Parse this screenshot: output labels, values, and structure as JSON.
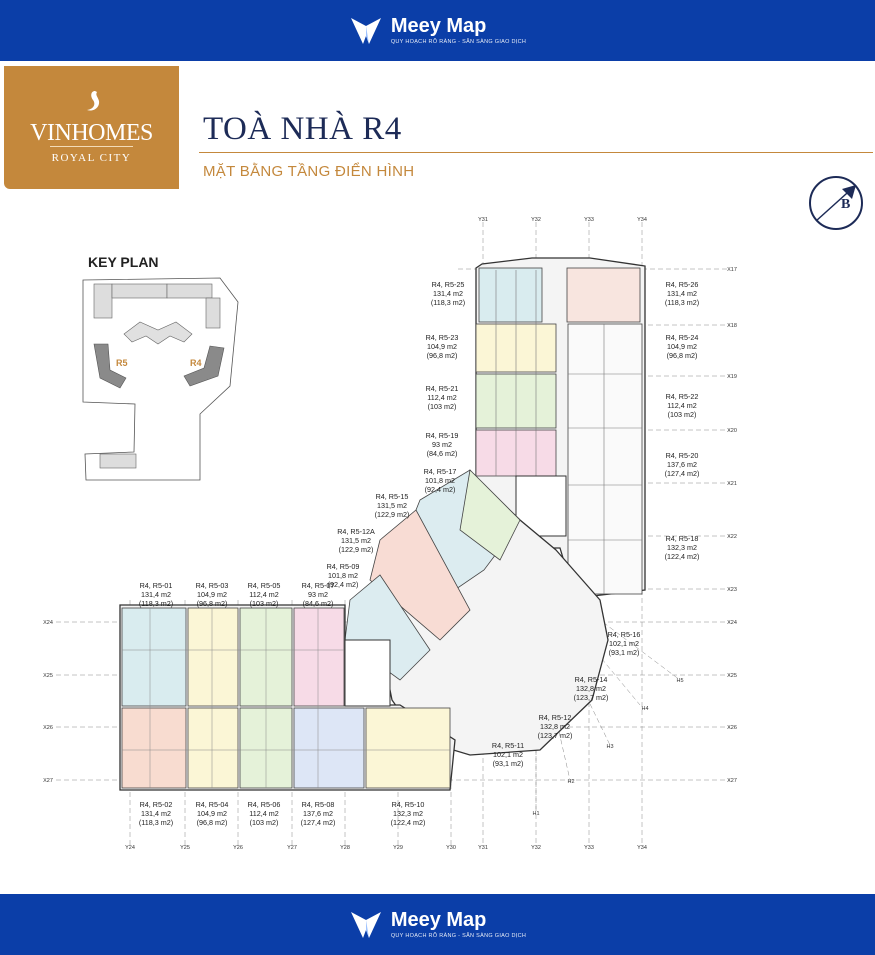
{
  "header": {
    "brand": "Meey Map",
    "tagline": "QUY HOẠCH RÕ RÀNG - SẴN SÀNG GIAO DỊCH"
  },
  "footer": {
    "brand": "Meey Map",
    "tagline": "QUY HOẠCH RÕ RÀNG - SẴN SÀNG GIAO DỊCH"
  },
  "project": {
    "name": "VINHOMES",
    "subname": "ROYAL CITY"
  },
  "title": "TOÀ NHÀ R4",
  "subtitle": "MẶT BẰNG TẦNG ĐIỂN HÌNH",
  "key_plan": {
    "title": "KEY PLAN",
    "label_r5": "R5",
    "label_r4": "R4"
  },
  "compass": {
    "letter": "B"
  },
  "colors": {
    "brand_blue": "#0b3ea8",
    "gold": "#c4883c",
    "navy": "#1d2b57"
  },
  "axis_labels": {
    "top": [
      "Y31",
      "Y32",
      "Y33",
      "Y34"
    ],
    "bottom": [
      "Y24",
      "Y25",
      "Y26",
      "Y27",
      "Y28",
      "Y29",
      "Y30",
      "Y31",
      "Y32",
      "Y33",
      "Y34"
    ],
    "right": [
      "X17",
      "X18",
      "X19",
      "X20",
      "X21",
      "X22",
      "X23",
      "X24",
      "X25",
      "X26",
      "X27"
    ],
    "left": [
      "X24",
      "X25",
      "X26",
      "X27"
    ],
    "diag": [
      "H1",
      "H2",
      "H3",
      "H4",
      "H5"
    ]
  },
  "units": [
    {
      "code": "R4, R5-25",
      "area": "131,4 m2",
      "net": "(118,3 m2)"
    },
    {
      "code": "R4, R5-26",
      "area": "131,4 m2",
      "net": "(118,3 m2)"
    },
    {
      "code": "R4, R5-23",
      "area": "104,9 m2",
      "net": "(96,8 m2)"
    },
    {
      "code": "R4, R5-24",
      "area": "104,9 m2",
      "net": "(96,8 m2)"
    },
    {
      "code": "R4, R5-21",
      "area": "112,4 m2",
      "net": "(103 m2)"
    },
    {
      "code": "R4, R5-22",
      "area": "112,4 m2",
      "net": "(103 m2)"
    },
    {
      "code": "R4, R5-19",
      "area": "93 m2",
      "net": "(84,6 m2)"
    },
    {
      "code": "R4, R5-20",
      "area": "137,6 m2",
      "net": "(127,4 m2)"
    },
    {
      "code": "R4, R5-17",
      "area": "101,8 m2",
      "net": "(92,4 m2)"
    },
    {
      "code": "R4, R5-15",
      "area": "131,5 m2",
      "net": "(122,9 m2)"
    },
    {
      "code": "R4, R5-18",
      "area": "132,3 m2",
      "net": "(122,4 m2)"
    },
    {
      "code": "R4, R5-12A",
      "area": "131,5 m2",
      "net": "(122,9 m2)"
    },
    {
      "code": "R4, R5-09",
      "area": "101,8 m2",
      "net": "(92,4 m2)"
    },
    {
      "code": "R4, R5-01",
      "area": "131,4 m2",
      "net": "(118,3 m2)"
    },
    {
      "code": "R4, R5-03",
      "area": "104,9 m2",
      "net": "(96,8 m2)"
    },
    {
      "code": "R4, R5-05",
      "area": "112,4 m2",
      "net": "(103 m2)"
    },
    {
      "code": "R4, R5-07",
      "area": "93 m2",
      "net": "(84,6 m2)"
    },
    {
      "code": "R4, R5-16",
      "area": "102,1 m2",
      "net": "(93,1 m2)"
    },
    {
      "code": "R4, R5-14",
      "area": "132,8 m2",
      "net": "(123,7 m2)"
    },
    {
      "code": "R4, R5-12",
      "area": "132,8 m2",
      "net": "(123,7 m2)"
    },
    {
      "code": "R4, R5-11",
      "area": "102,1 m2",
      "net": "(93,1 m2)"
    },
    {
      "code": "R4, R5-02",
      "area": "131,4 m2",
      "net": "(118,3 m2)"
    },
    {
      "code": "R4, R5-04",
      "area": "104,9 m2",
      "net": "(96,8 m2)"
    },
    {
      "code": "R4, R5-06",
      "area": "112,4 m2",
      "net": "(103 m2)"
    },
    {
      "code": "R4, R5-08",
      "area": "137,6 m2",
      "net": "(127,4 m2)"
    },
    {
      "code": "R4, R5-10",
      "area": "132,3 m2",
      "net": "(122,4 m2)"
    }
  ]
}
